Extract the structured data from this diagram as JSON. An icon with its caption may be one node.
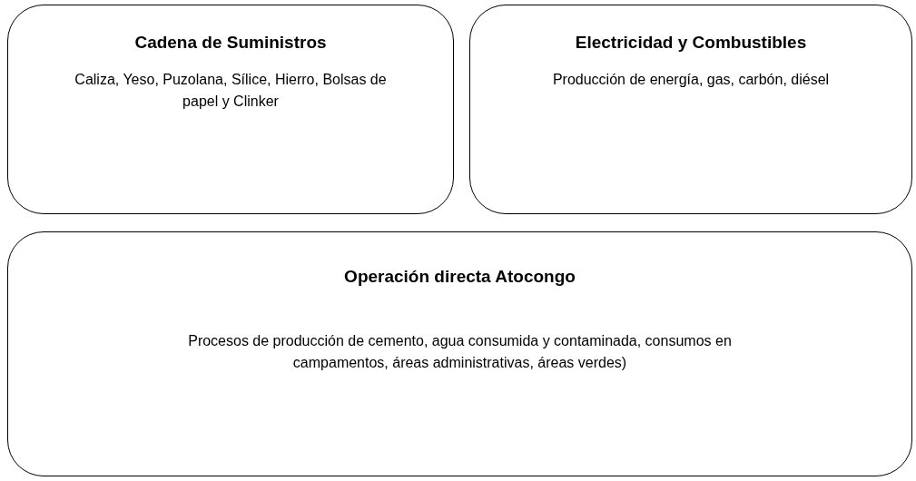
{
  "diagram": {
    "nodes": [
      {
        "text": [
          "Cadena de Suministros",
          "Caliza, Yeso, Puzolana, Sílice, Hierro, Bolsas de papel y Clinker"
        ]
      },
      {
        "text": [
          "Electricidad y Combustibles",
          "Producción de energía, gas, carbón, diésel"
        ]
      },
      {
        "text": [
          "Operación directa Atocongo",
          "Procesos de producción de cemento, agua consumida y contaminada, consumos en campamentos, áreas administrativas, áreas verdes)"
        ]
      }
    ]
  }
}
